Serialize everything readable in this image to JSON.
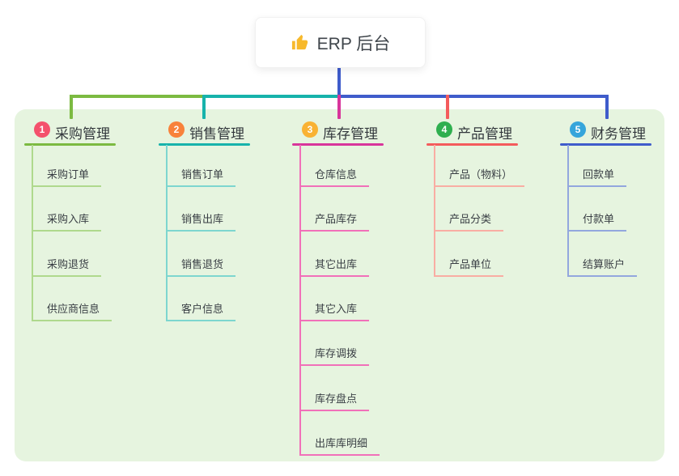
{
  "root": {
    "label": "ERP 后台",
    "icon": "thumbs-up-icon",
    "connector_color": "#3F5CCB"
  },
  "canvas": {
    "background": "#FFFFFF",
    "panel_background": "#E6F4DF"
  },
  "branches": [
    {
      "index": "1",
      "title": "采购管理",
      "badge_color": "#F4516C",
      "line_color": "#7CBA41",
      "child_line_color": "#AFD98D",
      "children": [
        "采购订单",
        "采购入库",
        "采购退货",
        "供应商信息"
      ]
    },
    {
      "index": "2",
      "title": "销售管理",
      "badge_color": "#F8823B",
      "line_color": "#17B3AB",
      "child_line_color": "#7DD6CF",
      "children": [
        "销售订单",
        "销售出库",
        "销售退货",
        "客户信息"
      ]
    },
    {
      "index": "3",
      "title": "库存管理",
      "badge_color": "#F9B234",
      "line_color": "#D8359B",
      "child_line_color": "#F170B9",
      "children": [
        "仓库信息",
        "产品库存",
        "其它出库",
        "其它入库",
        "库存调拨",
        "库存盘点",
        "出库库明细"
      ]
    },
    {
      "index": "4",
      "title": "产品管理",
      "badge_color": "#2FAF4F",
      "line_color": "#F45B5C",
      "child_line_color": "#F9ADA3",
      "children": [
        "产品（物料）",
        "产品分类",
        "产品单位"
      ]
    },
    {
      "index": "5",
      "title": "财务管理",
      "badge_color": "#35A5DB",
      "line_color": "#3F5CCB",
      "child_line_color": "#93A7DE",
      "children": [
        "回款单",
        "付款单",
        "结算账户"
      ]
    }
  ]
}
